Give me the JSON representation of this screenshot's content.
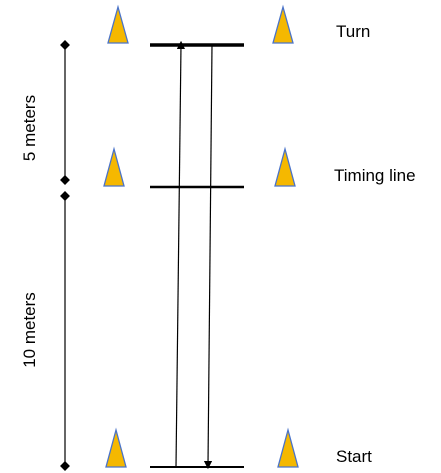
{
  "labels": {
    "turn": "Turn",
    "timing_line": "Timing line",
    "start": "Start"
  },
  "distances": {
    "upper_segment": "5 meters",
    "lower_segment": "10 meters"
  },
  "colors": {
    "cone_fill": "#f5b800",
    "cone_stroke": "#4a73c9",
    "lines": "#000000"
  }
}
